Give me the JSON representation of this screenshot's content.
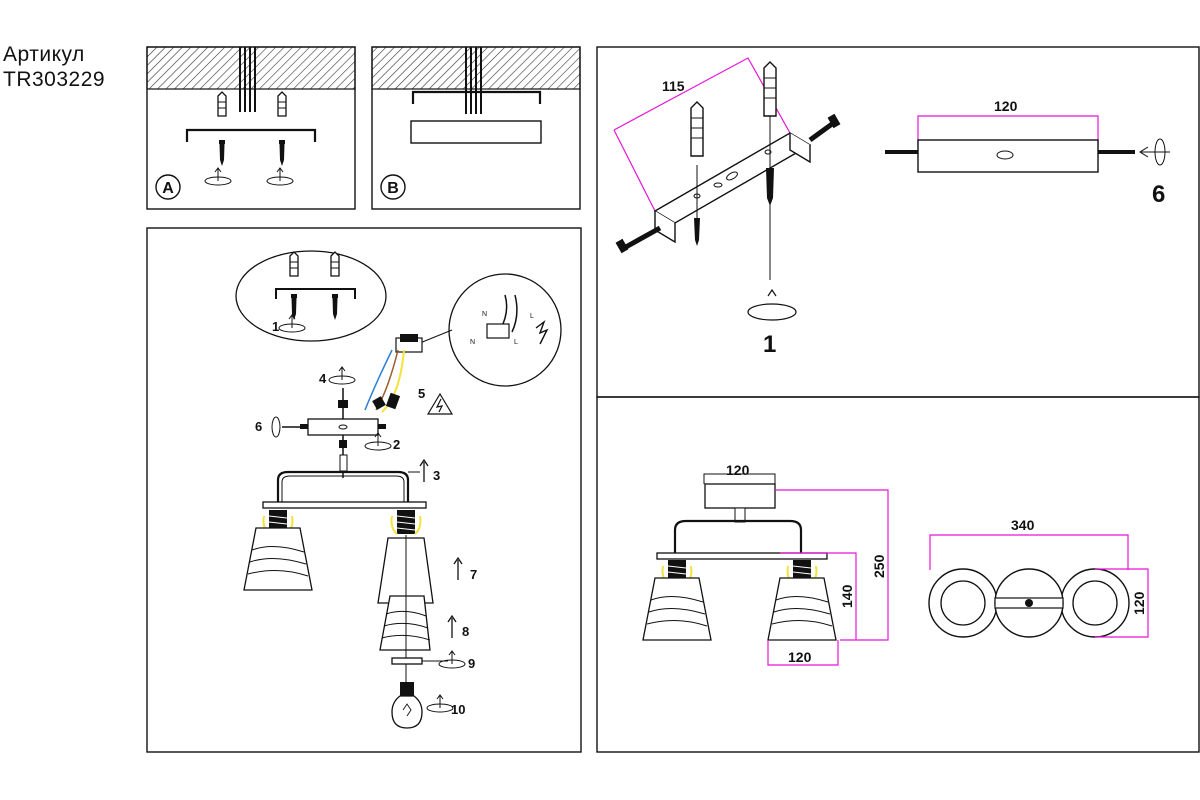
{
  "article": {
    "label": "Артикул",
    "code": "TR303229"
  },
  "panels": {
    "a_label": "A",
    "b_label": "B"
  },
  "steps": {
    "s1": "1",
    "s2": "2",
    "s3": "3",
    "s4": "4",
    "s5": "5",
    "s6": "6",
    "s7": "7",
    "s8": "8",
    "s9": "9",
    "s10": "10"
  },
  "wires": {
    "n1": "N",
    "l1": "L",
    "n2": "N",
    "l2": "L"
  },
  "dimensions": {
    "mount_diag": "115",
    "plate_len": "120",
    "base_len": "120",
    "height_total": "250",
    "shade_height": "140",
    "shade_width": "120",
    "top_width": "340",
    "top_depth": "120"
  },
  "detail_steps": {
    "mount": "1",
    "screw": "6"
  },
  "colors": {
    "dimension": "#e815d8",
    "live_wire": "#2a7fd4",
    "earth_wire": "#f3e23a"
  }
}
